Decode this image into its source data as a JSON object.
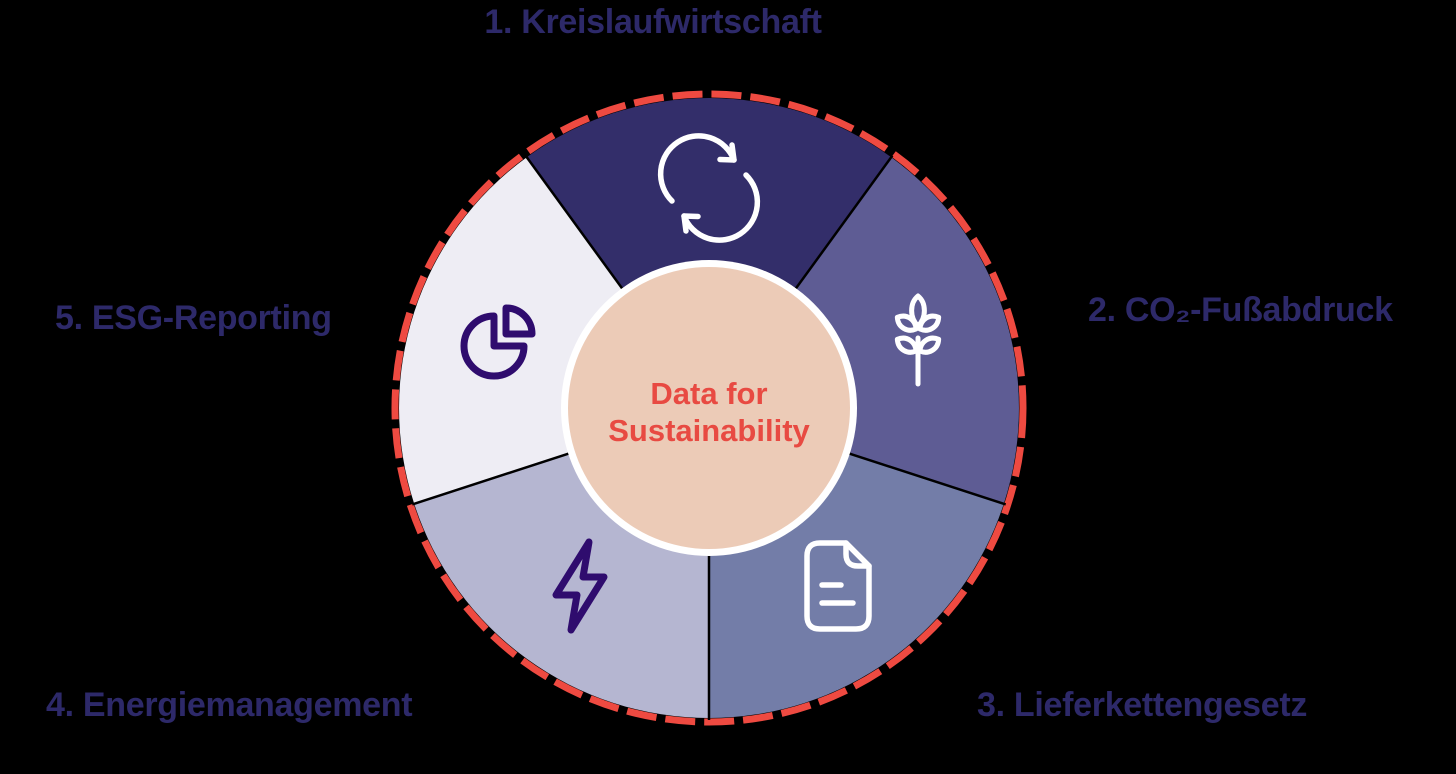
{
  "diagram": {
    "center": {
      "line1": "Data for",
      "line2": "Sustainability"
    },
    "segments": [
      {
        "label": "1. Kreislaufwirtschaft",
        "color": "#332e6a",
        "icon": "cycle-arrows-icon",
        "icon_color": "#ffffff"
      },
      {
        "label": "2. CO₂-Fußabdruck",
        "color": "#5e5c94",
        "icon": "wheat-icon",
        "icon_color": "#ffffff"
      },
      {
        "label": "3. Lieferkettengesetz",
        "color": "#737da8",
        "icon": "document-icon",
        "icon_color": "#ffffff"
      },
      {
        "label": "4. Energiemanagement",
        "color": "#b5b6d1",
        "icon": "lightning-bolt-icon",
        "icon_color": "#2f0c6e"
      },
      {
        "label": "5. ESG-Reporting",
        "color": "#eeedf4",
        "icon": "pie-chart-icon",
        "icon_color": "#2f0c6e"
      }
    ],
    "colors": {
      "background": "#000000",
      "label_text": "#2d2969",
      "dashed_ring": "#ee4a41",
      "center_fill": "#eccbb7",
      "center_ring": "#ffffff",
      "center_text": "#e84a42",
      "icon_light": "#ffffff",
      "icon_dark": "#2f0c6e",
      "divider": "#000000"
    }
  }
}
